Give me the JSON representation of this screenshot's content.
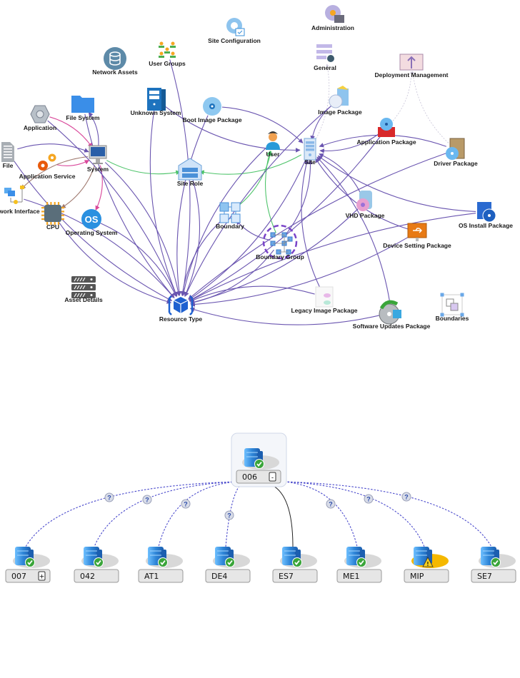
{
  "diagram1": {
    "title": "Resource relationship graph",
    "colors": {
      "edge_purple": "#6a55b0",
      "edge_pink": "#d9479a",
      "edge_green": "#4fc46b",
      "edge_brown": "#a07a70",
      "edge_light": "#c8c4d8"
    },
    "nodes": [
      {
        "id": "site-configuration",
        "label": "Site Configuration",
        "icon": "gear-calendar-icon"
      },
      {
        "id": "administration",
        "label": "Administration",
        "icon": "gear-checklist-icon"
      },
      {
        "id": "network-assets",
        "label": "Network Assets",
        "icon": "database-icon"
      },
      {
        "id": "user-groups",
        "label": "User Groups",
        "icon": "users-group-icon"
      },
      {
        "id": "general",
        "label": "General",
        "icon": "list-gear-icon"
      },
      {
        "id": "deployment-management",
        "label": "Deployment Management",
        "icon": "folder-upload-icon"
      },
      {
        "id": "file-system",
        "label": "File System",
        "icon": "folder-icon"
      },
      {
        "id": "unknown-system",
        "label": "Unknown System",
        "icon": "server-tower-icon"
      },
      {
        "id": "boot-image-package",
        "label": "Boot Image Package",
        "icon": "disc-icon"
      },
      {
        "id": "image-package",
        "label": "Image Package",
        "icon": "package-disc-icon"
      },
      {
        "id": "application",
        "label": "Application",
        "icon": "hex-nut-icon"
      },
      {
        "id": "application-package",
        "label": "Application Package",
        "icon": "red-box-disc-icon"
      },
      {
        "id": "file",
        "label": "File",
        "icon": "document-icon"
      },
      {
        "id": "application-service",
        "label": "Application Service",
        "icon": "gears-icon"
      },
      {
        "id": "system",
        "label": "System",
        "icon": "monitor-icon"
      },
      {
        "id": "user",
        "label": "User",
        "icon": "person-icon"
      },
      {
        "id": "site",
        "label": "Site",
        "icon": "server-icon"
      },
      {
        "id": "driver-package",
        "label": "Driver Package",
        "icon": "box-disc-icon"
      },
      {
        "id": "site-role",
        "label": "Site Role",
        "icon": "building-server-icon"
      },
      {
        "id": "network-interface",
        "label": "Network Interface",
        "icon": "network-computers-icon"
      },
      {
        "id": "cpu",
        "label": "CPU",
        "icon": "chip-icon"
      },
      {
        "id": "operating-system",
        "label": "Operating System",
        "icon": "os-badge-icon"
      },
      {
        "id": "boundary",
        "label": "Boundary",
        "icon": "boundary-blocks-icon"
      },
      {
        "id": "vhd-package",
        "label": "VHD Package",
        "icon": "vhd-disc-icon"
      },
      {
        "id": "os-install-package",
        "label": "OS Install Package",
        "icon": "install-disc-icon"
      },
      {
        "id": "boundary-group",
        "label": "Boundary Group",
        "icon": "boundary-group-icon"
      },
      {
        "id": "device-setting-package",
        "label": "Device Setting Package",
        "icon": "usb-monitor-icon"
      },
      {
        "id": "asset-details",
        "label": "Asset Details",
        "icon": "server-rack-icon"
      },
      {
        "id": "legacy-image-package",
        "label": "Legacy Image Package",
        "icon": "legacy-image-icon"
      },
      {
        "id": "resource-type",
        "label": "Resource Type",
        "icon": "cube-icon"
      },
      {
        "id": "software-updates-package",
        "label": "Software Updates Package",
        "icon": "update-disc-icon"
      },
      {
        "id": "boundaries",
        "label": "Boundaries",
        "icon": "boundaries-squares-icon"
      }
    ],
    "edges": [
      {
        "from": "application",
        "to": "system",
        "color": "edge_pink"
      },
      {
        "from": "application-service",
        "to": "system",
        "color": "edge_pink"
      },
      {
        "from": "file",
        "to": "system",
        "color": "edge_purple"
      },
      {
        "from": "system",
        "to": "file-system",
        "color": "edge_purple"
      },
      {
        "from": "system",
        "to": "operating-system",
        "color": "edge_pink"
      },
      {
        "from": "system",
        "to": "network-interface",
        "color": "edge_brown"
      },
      {
        "from": "system",
        "to": "cpu",
        "color": "edge_brown"
      },
      {
        "from": "system",
        "to": "site-role",
        "color": "edge_green"
      },
      {
        "from": "site",
        "to": "site-role",
        "color": "edge_green"
      },
      {
        "from": "boundary",
        "to": "user",
        "color": "edge_green"
      },
      {
        "from": "boundary-group",
        "to": "user",
        "color": "edge_green"
      },
      {
        "from": "unknown-system",
        "to": "site",
        "color": "edge_purple"
      },
      {
        "from": "boot-image-package",
        "to": "site",
        "color": "edge_purple"
      },
      {
        "from": "image-package",
        "to": "site",
        "color": "edge_purple"
      },
      {
        "from": "application-package",
        "to": "site",
        "color": "edge_purple"
      },
      {
        "from": "driver-package",
        "to": "site",
        "color": "edge_purple"
      },
      {
        "from": "os-install-package",
        "to": "site",
        "color": "edge_purple"
      },
      {
        "from": "vhd-package",
        "to": "site",
        "color": "edge_purple"
      },
      {
        "from": "device-setting-package",
        "to": "site",
        "color": "edge_purple"
      },
      {
        "from": "software-updates-package",
        "to": "site",
        "color": "edge_purple"
      },
      {
        "from": "legacy-image-package",
        "to": "site",
        "color": "edge_purple"
      },
      {
        "from": "boundary-group",
        "to": "site",
        "color": "edge_purple"
      },
      {
        "from": "boundary-group",
        "to": "boundary",
        "color": "edge_purple"
      },
      {
        "from": "application-package",
        "to": "deployment-management",
        "color": "edge_light"
      },
      {
        "from": "driver-package",
        "to": "deployment-management",
        "color": "edge_light"
      },
      {
        "from": "site",
        "to": "general",
        "color": "edge_light"
      },
      {
        "from": "system",
        "to": "resource-type",
        "color": "edge_purple"
      },
      {
        "from": "file-system",
        "to": "resource-type",
        "color": "edge_purple"
      },
      {
        "from": "application",
        "to": "resource-type",
        "color": "edge_purple"
      },
      {
        "from": "file",
        "to": "resource-type",
        "color": "edge_purple"
      },
      {
        "from": "network-interface",
        "to": "resource-type",
        "color": "edge_purple"
      },
      {
        "from": "cpu",
        "to": "resource-type",
        "color": "edge_purple"
      },
      {
        "from": "operating-system",
        "to": "resource-type",
        "color": "edge_purple"
      },
      {
        "from": "unknown-system",
        "to": "resource-type",
        "color": "edge_purple"
      },
      {
        "from": "user-groups",
        "to": "resource-type",
        "color": "edge_purple"
      },
      {
        "from": "boot-image-package",
        "to": "resource-type",
        "color": "edge_purple"
      },
      {
        "from": "site-role",
        "to": "resource-type",
        "color": "edge_purple"
      },
      {
        "from": "user",
        "to": "resource-type",
        "color": "edge_purple"
      },
      {
        "from": "site",
        "to": "resource-type",
        "color": "edge_purple"
      },
      {
        "from": "boundary",
        "to": "resource-type",
        "color": "edge_purple"
      },
      {
        "from": "boundary-group",
        "to": "resource-type",
        "color": "edge_purple"
      },
      {
        "from": "image-package",
        "to": "resource-type",
        "color": "edge_purple"
      },
      {
        "from": "application-package",
        "to": "resource-type",
        "color": "edge_purple"
      },
      {
        "from": "driver-package",
        "to": "resource-type",
        "color": "edge_purple"
      },
      {
        "from": "vhd-package",
        "to": "resource-type",
        "color": "edge_purple"
      },
      {
        "from": "os-install-package",
        "to": "resource-type",
        "color": "edge_purple"
      },
      {
        "from": "device-setting-package",
        "to": "resource-type",
        "color": "edge_purple"
      },
      {
        "from": "legacy-image-package",
        "to": "resource-type",
        "color": "edge_purple"
      },
      {
        "from": "software-updates-package",
        "to": "resource-type",
        "color": "edge_purple"
      }
    ]
  },
  "diagram2": {
    "title": "Server topology",
    "root": {
      "id": "006",
      "label": "006",
      "status": "ok",
      "toggle": "-"
    },
    "children": [
      {
        "label": "007",
        "status": "ok",
        "toggle": "+",
        "link": "unknown"
      },
      {
        "label": "042",
        "status": "ok",
        "toggle": "",
        "link": "unknown"
      },
      {
        "label": "AT1",
        "status": "ok",
        "toggle": "",
        "link": "unknown"
      },
      {
        "label": "DE4",
        "status": "ok",
        "toggle": "",
        "link": "unknown"
      },
      {
        "label": "ES7",
        "status": "ok",
        "toggle": "",
        "link": "direct"
      },
      {
        "label": "ME1",
        "status": "ok",
        "toggle": "",
        "link": "unknown"
      },
      {
        "label": "MIP",
        "status": "warning",
        "toggle": "",
        "link": "unknown"
      },
      {
        "label": "SE7",
        "status": "ok",
        "toggle": "",
        "link": "unknown"
      }
    ],
    "link_unknown_glyph": "?",
    "colors": {
      "dashed_link": "#4a4acc",
      "direct_link": "#222222",
      "ok_badge": "#3aa53a",
      "warning_halo": "#f5b800",
      "server_blue": "#2f86d8"
    }
  }
}
